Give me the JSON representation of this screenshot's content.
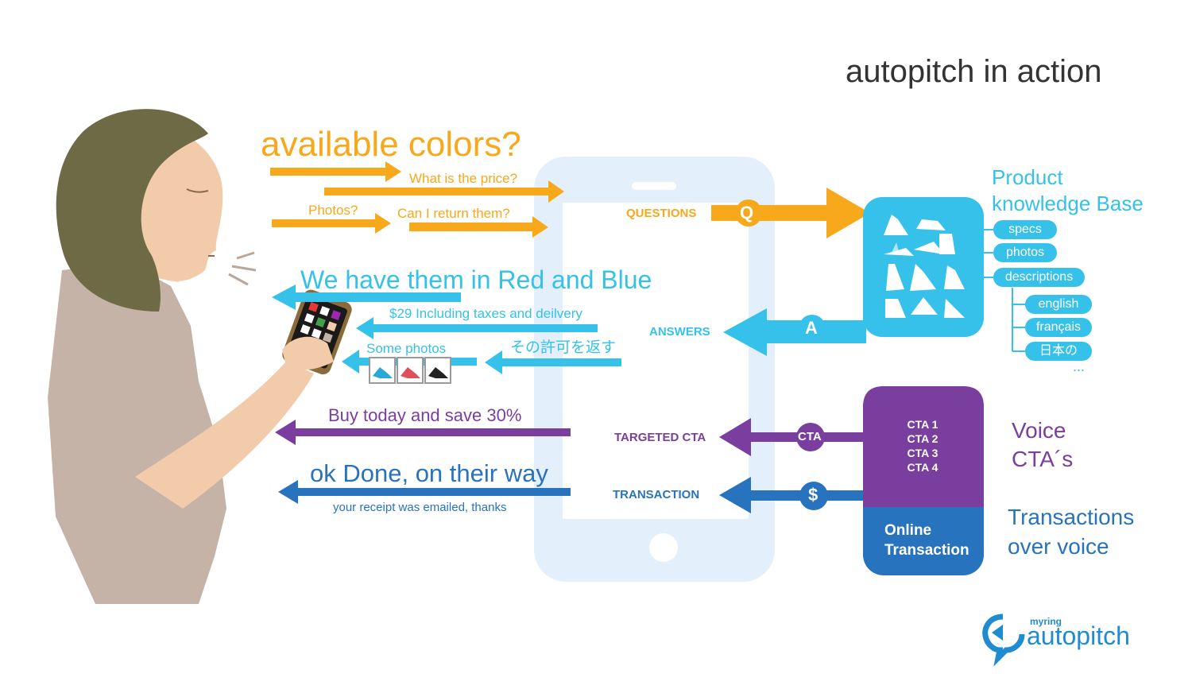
{
  "title": "autopitch in action",
  "questions": {
    "main": "available colors?",
    "price": "What is the price?",
    "photos": "Photos?",
    "return": "Can I return them?",
    "label": "QUESTIONS",
    "badge": "Q"
  },
  "answers": {
    "main": "We have them in Red and Blue",
    "price": "$29 Including taxes and deilvery",
    "photos": "Some photos",
    "japanese": "その許可を返す",
    "label": "ANSWERS",
    "badge": "A"
  },
  "cta": {
    "message": "Buy today and save 30%",
    "label": "TARGETED CTA",
    "badge": "CTA",
    "items": [
      "CTA 1",
      "CTA 2",
      "CTA 3",
      "CTA 4"
    ],
    "side_line1": "Voice",
    "side_line2": "CTA´s"
  },
  "transaction": {
    "message": "ok Done, on their way",
    "sub": "your receipt was emailed, thanks",
    "label": "TRANSACTION",
    "badge": "$",
    "box_line1": "Online",
    "box_line2": "Transaction",
    "side_line1": "Transactions",
    "side_line2": "over voice"
  },
  "knowledge": {
    "title_line1": "Product",
    "title_line2": "knowledge Base",
    "items": [
      "specs",
      "photos",
      "descriptions"
    ],
    "languages": [
      "english",
      "français",
      "日本の"
    ],
    "more": "..."
  },
  "logo": {
    "small": "myring",
    "big": "autopitch"
  },
  "colors": {
    "orange": "#f7a81b",
    "cyan": "#36c1ea",
    "purple": "#7a3f9e",
    "blue": "#2873bd",
    "phone": "#e3f0fb",
    "hair": "#6e6a45",
    "skin": "#f2cbab",
    "shirt": "#c4b3a6"
  },
  "icons": [
    "person-illustration",
    "smartphone-outline",
    "shoe-catalog-icons",
    "shoe-photo-thumbnails",
    "speech-bubble-logo-icon"
  ]
}
